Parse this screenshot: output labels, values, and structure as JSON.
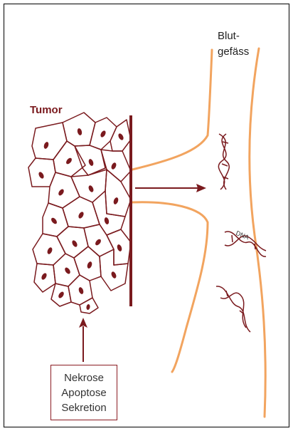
{
  "tumor_label": "Tumor",
  "vessel_label": [
    "Blut-",
    "gefäss"
  ],
  "dna_label": "DNA",
  "processes": [
    "Nekrose",
    "Apoptose",
    "Sekretion"
  ],
  "colors": {
    "border": "#222222",
    "tumor": "#7a1a1e",
    "vessel": "#f2a45f",
    "text": "#222222"
  }
}
